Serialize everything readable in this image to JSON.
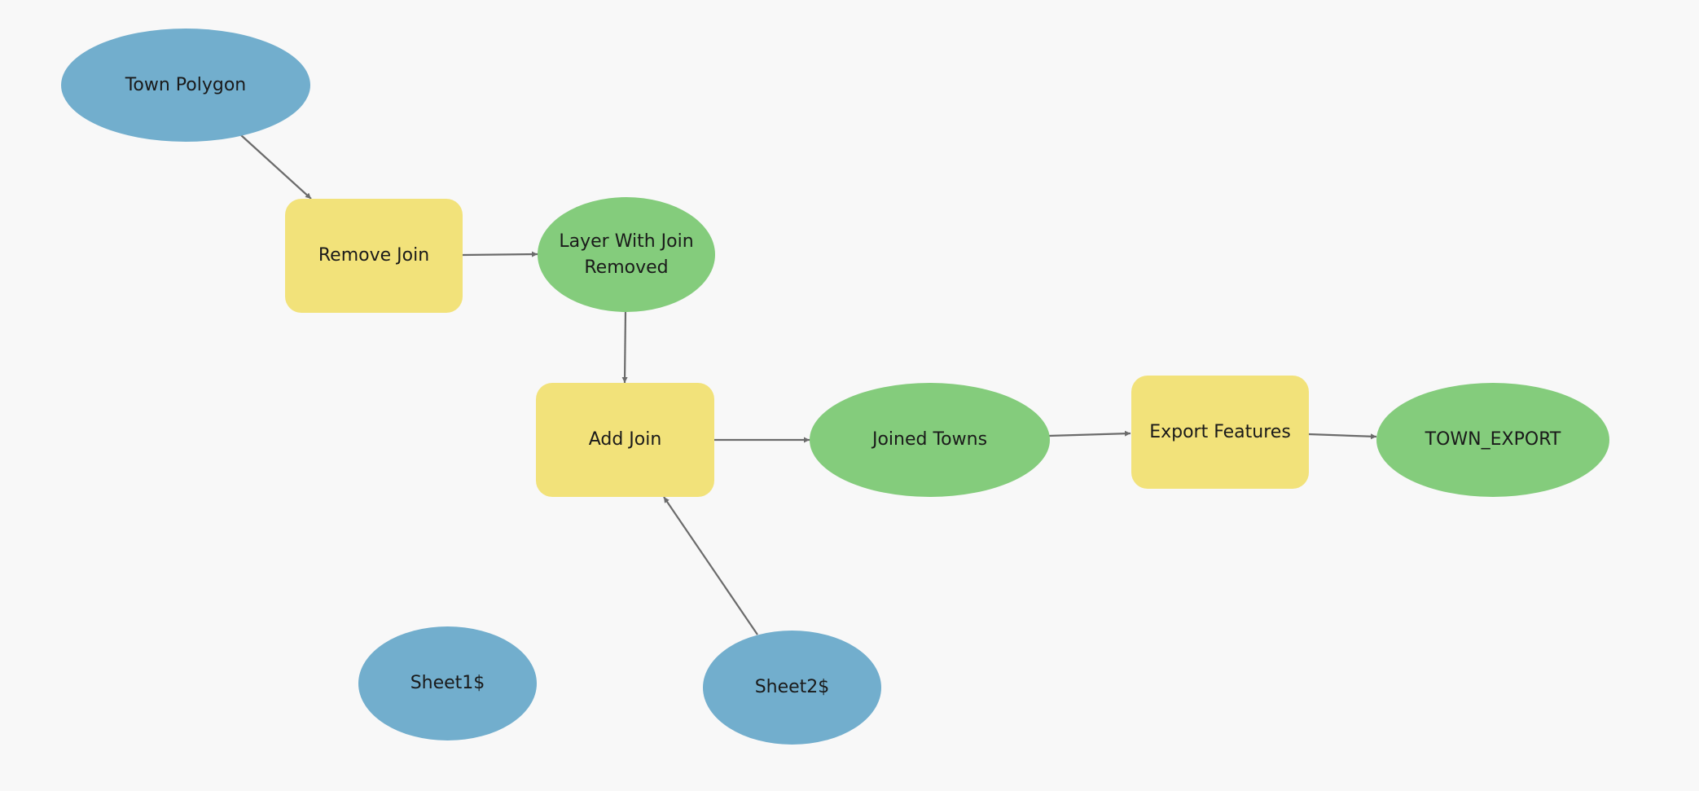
{
  "colors": {
    "background": "#f8f8f8",
    "input": "#72aecd",
    "tool": "#f2e27a",
    "output": "#84cc7c",
    "connector": "#6b6b6b"
  },
  "nodes": {
    "town_polygon": {
      "label": "Town Polygon",
      "type": "input",
      "color": "#72aecd"
    },
    "remove_join": {
      "label": "Remove Join",
      "type": "tool",
      "color": "#f2e27a"
    },
    "layer_join_removed": {
      "label": "Layer With Join Removed",
      "type": "output",
      "color": "#84cc7c"
    },
    "add_join": {
      "label": "Add Join",
      "type": "tool",
      "color": "#f2e27a"
    },
    "joined_towns": {
      "label": "Joined Towns",
      "type": "output",
      "color": "#84cc7c"
    },
    "export_features": {
      "label": "Export Features",
      "type": "tool",
      "color": "#f2e27a"
    },
    "town_export": {
      "label": "TOWN_EXPORT",
      "type": "output",
      "color": "#84cc7c"
    },
    "sheet1": {
      "label": "Sheet1$",
      "type": "input",
      "color": "#72aecd"
    },
    "sheet2": {
      "label": "Sheet2$",
      "type": "input",
      "color": "#72aecd"
    }
  },
  "connections": [
    {
      "from": "town_polygon",
      "to": "remove_join"
    },
    {
      "from": "remove_join",
      "to": "layer_join_removed"
    },
    {
      "from": "layer_join_removed",
      "to": "add_join"
    },
    {
      "from": "sheet2",
      "to": "add_join"
    },
    {
      "from": "add_join",
      "to": "joined_towns"
    },
    {
      "from": "joined_towns",
      "to": "export_features"
    },
    {
      "from": "export_features",
      "to": "town_export"
    }
  ]
}
